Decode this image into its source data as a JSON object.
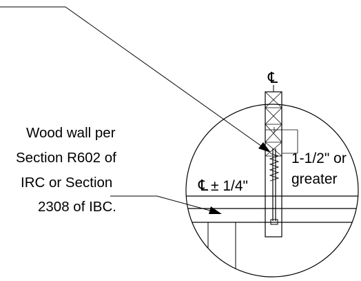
{
  "callout": {
    "wall_note_lines": [
      "Wood wall per",
      "Section R602 of",
      "IRC or Section",
      "2308 of IBC."
    ]
  },
  "dimensions": {
    "centerline_symbol": "℄",
    "tolerance_text": "± 1/4\"",
    "width_lines": [
      "1-1/2\" or",
      "greater"
    ]
  },
  "colors": {
    "line": "#000000",
    "background": "#ffffff"
  }
}
